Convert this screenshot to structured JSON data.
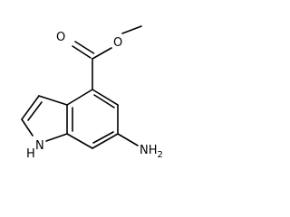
{
  "molecule": {
    "atoms": {
      "o_carbonyl": "O",
      "o_ester": "O",
      "nh": "H",
      "n_indole": "N",
      "nh2": "NH",
      "nh2_sub": "2"
    }
  }
}
